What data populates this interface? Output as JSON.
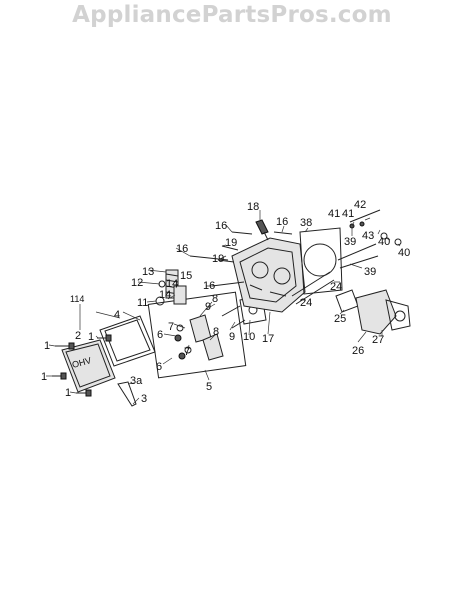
{
  "watermark": "AppliancePartsPros.com",
  "callouts": {
    "c114": "114",
    "c2": "2",
    "c4": "4",
    "c1a": "1",
    "c1b": "1",
    "c1c": "1",
    "c1d": "1",
    "c3a": "3a",
    "c3": "3",
    "c5": "5",
    "c6a": "6",
    "c6b": "6",
    "c7a": "7",
    "c7b": "7",
    "c8a": "8",
    "c8b": "8",
    "c9a": "9",
    "c9b": "9",
    "c10": "10",
    "c11": "11",
    "c12": "12",
    "c13": "13",
    "c14a": "14",
    "c14b": "14",
    "c15": "15",
    "c16a": "16",
    "c16b": "16",
    "c16c": "16",
    "c16d": "16",
    "c17": "17",
    "c18": "18",
    "c19a": "19",
    "c19b": "19",
    "c24a": "24",
    "c24b": "24",
    "c25": "25",
    "c26": "26",
    "c27": "27",
    "c38": "38",
    "c39a": "39",
    "c39b": "39",
    "c40a": "40",
    "c40b": "40",
    "c41a": "41",
    "c41b": "41",
    "c42": "42",
    "c43": "43"
  },
  "cover_label": "OHV"
}
